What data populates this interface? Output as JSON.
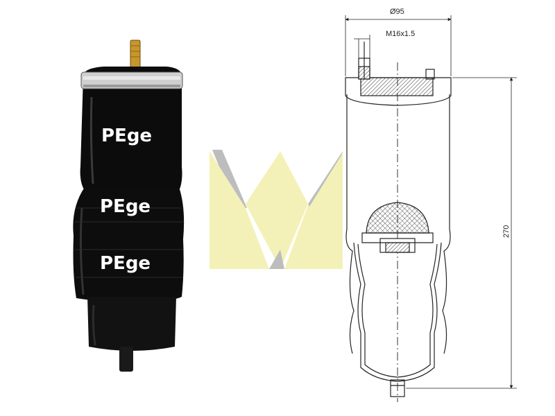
{
  "product_photo": {
    "brand_logos": [
      {
        "text": "PEge"
      },
      {
        "text": "PEge"
      },
      {
        "text": "PEge"
      }
    ],
    "colors": {
      "bellows": "#0b0b0b",
      "ring": "#c8c8c8",
      "stud": "#c8962a"
    }
  },
  "watermark": {
    "colors": {
      "fill": "#f4f1b8",
      "shadow": "#bdbdbd"
    }
  },
  "technical_drawing": {
    "dimensions": {
      "diameter": "Ø95",
      "thread": "M16x1.5",
      "height": "270"
    }
  }
}
